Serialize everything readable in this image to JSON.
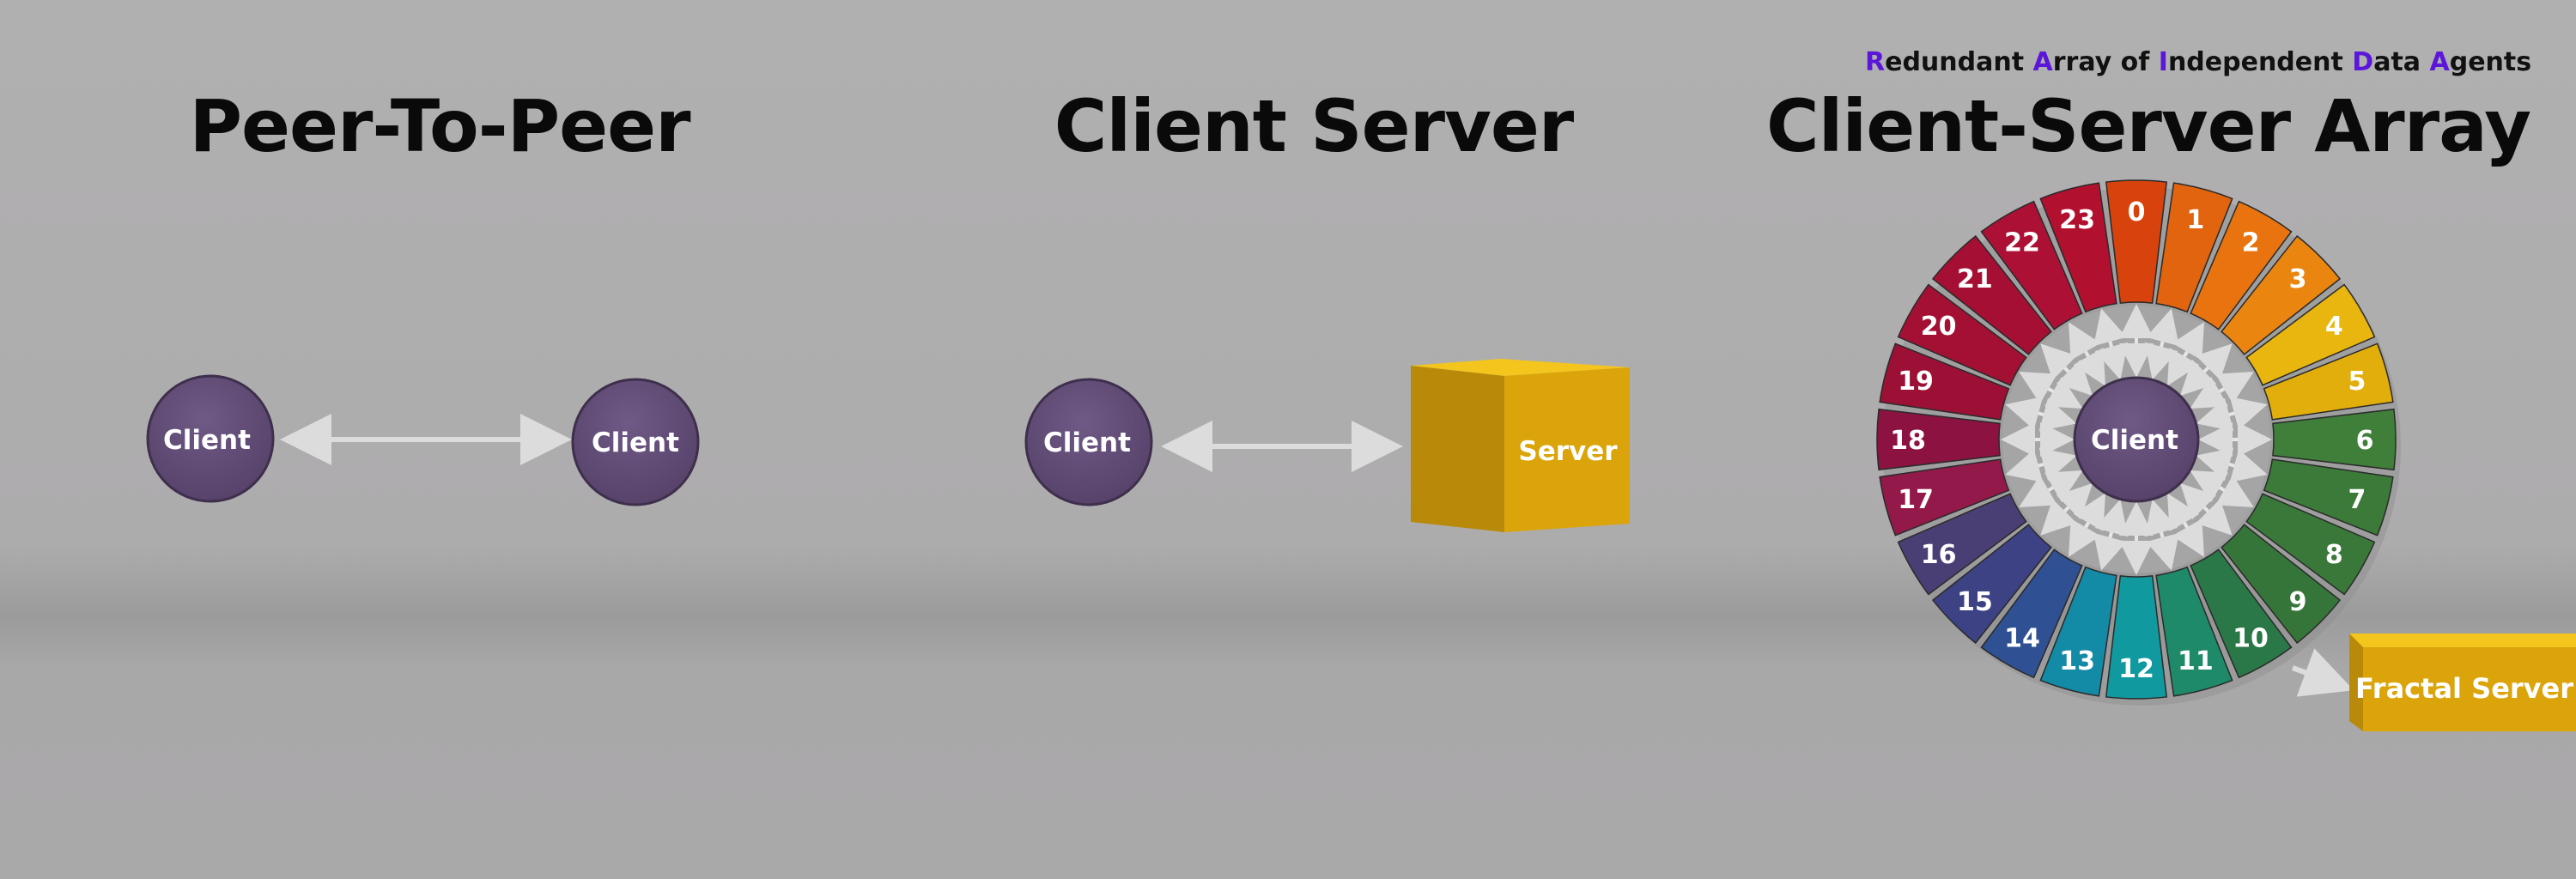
{
  "sections": [
    {
      "title": "Peer-To-Peer",
      "nodes": [
        "Client",
        "Client"
      ]
    },
    {
      "title": "Client Server",
      "nodes": [
        "Client",
        "Server"
      ]
    },
    {
      "title": "Client-Server Array",
      "nodes": [
        "Client",
        "Fractal Server"
      ]
    }
  ],
  "raida_caption": {
    "words": [
      {
        "initial": "R",
        "rest": "edundant"
      },
      {
        "initial": "A",
        "rest": "rray"
      },
      {
        "initial": "",
        "rest": "of"
      },
      {
        "initial": "I",
        "rest": "ndependent"
      },
      {
        "initial": "D",
        "rest": "ata"
      },
      {
        "initial": "A",
        "rest": "gents"
      }
    ],
    "initial_color": "#5b16d9"
  },
  "ring": {
    "segments": [
      "0",
      "1",
      "2",
      "3",
      "4",
      "5",
      "6",
      "7",
      "8",
      "9",
      "10",
      "11",
      "12",
      "13",
      "14",
      "15",
      "16",
      "17",
      "18",
      "19",
      "20",
      "21",
      "22",
      "23"
    ],
    "colors": [
      "#d8420c",
      "#e2640f",
      "#e8730f",
      "#ea8510",
      "#e8b60e",
      "#e2ae0c",
      "#3f7f3a",
      "#3b7a39",
      "#3a7839",
      "#36753a",
      "#2a7747",
      "#1f8a6a",
      "#109aa0",
      "#138aa6",
      "#2f5092",
      "#3c4283",
      "#4a3f74",
      "#93194a",
      "#8c1241",
      "#9c1036",
      "#a31034",
      "#a60f34",
      "#ad1035",
      "#b2102f"
    ]
  },
  "colors": {
    "client_fill": "#634d79",
    "server_front": "#daa40a",
    "server_side": "#b98a0a",
    "server_top": "#f3c51d",
    "arrow": "#dcdcdc"
  }
}
